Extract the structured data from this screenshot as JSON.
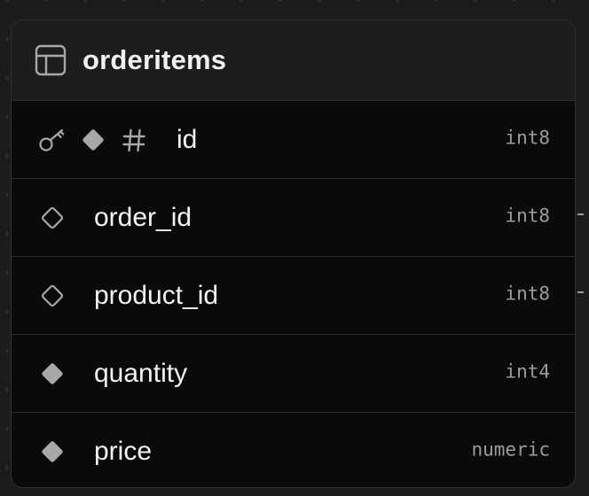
{
  "table": {
    "name": "orderitems",
    "icon": "table-icon",
    "columns": [
      {
        "name": "id",
        "type": "int8",
        "primary_key": true,
        "nullable": false,
        "identity": true,
        "icons": [
          "key-icon",
          "filled-diamond-icon",
          "hash-icon"
        ]
      },
      {
        "name": "order_id",
        "type": "int8",
        "nullable": true,
        "icons": [
          "outline-diamond-icon"
        ]
      },
      {
        "name": "product_id",
        "type": "int8",
        "nullable": true,
        "icons": [
          "outline-diamond-icon"
        ]
      },
      {
        "name": "quantity",
        "type": "int4",
        "nullable": false,
        "icons": [
          "filled-diamond-icon"
        ]
      },
      {
        "name": "price",
        "type": "numeric",
        "nullable": false,
        "icons": [
          "filled-diamond-icon"
        ]
      }
    ]
  },
  "colors": {
    "canvas_background": "#1c1c1c",
    "card_background": "#0a0a0a",
    "header_background": "#1d1d1d",
    "text_primary": "#f4f4f4",
    "text_type": "#9c9c9c",
    "icon": "#a8a8a8"
  }
}
